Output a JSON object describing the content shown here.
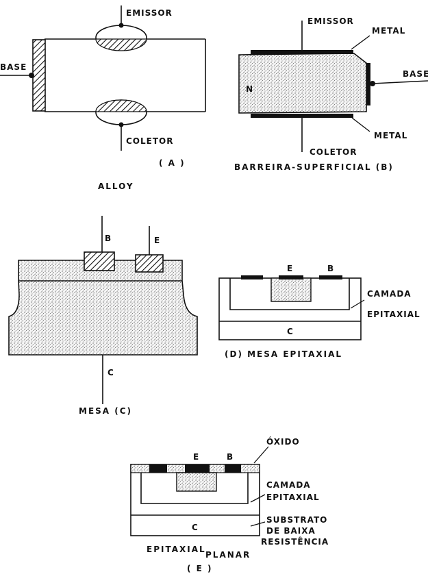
{
  "diagram_a": {
    "emitter": "EMISSOR",
    "base": "BASE",
    "collector": "COLETOR",
    "caption": "( A )",
    "name": "ALLOY"
  },
  "diagram_b": {
    "emitter": "EMISSOR",
    "metal_top": "METAL",
    "base": "BASE",
    "region": "N",
    "metal_bottom": "METAL",
    "collector": "COLETOR",
    "caption": "BARREIRA-SUPERFICIAL (B)"
  },
  "diagram_c": {
    "b": "B",
    "e": "E",
    "c": "C",
    "caption": "MESA (C)"
  },
  "diagram_d": {
    "e": "E",
    "b": "B",
    "layer_1": "CAMADA",
    "layer_2": "EPITAXIAL",
    "c": "C",
    "caption": "(D) MESA EPITAXIAL"
  },
  "diagram_e": {
    "oxide": "ÓXIDO",
    "e": "E",
    "b": "B",
    "layer_1": "CAMADA",
    "layer_2": "EPITAXIAL",
    "substrate_1": "SUBSTRATO",
    "substrate_2": "DE BAIXA",
    "substrate_3": "RESISTÊNCIA",
    "c": "C",
    "caption_1": "EPITAXIAL",
    "caption_2": "PLANAR",
    "caption_3": "( E )"
  }
}
